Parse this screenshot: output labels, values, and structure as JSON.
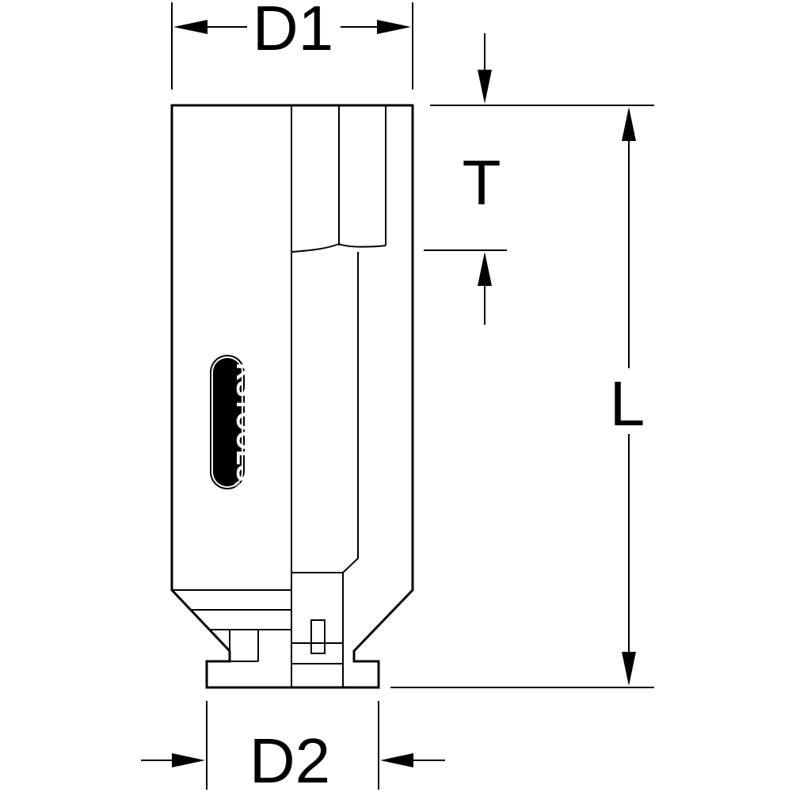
{
  "dimensions": {
    "d1": "D1",
    "d2": "D2",
    "t": "T",
    "l": "L"
  },
  "logo": {
    "text": "KSTOOLS",
    "registered": "®",
    "background_color": "#000000",
    "text_color": "#ffffff"
  },
  "colors": {
    "line": "#000000",
    "background": "#ffffff"
  }
}
